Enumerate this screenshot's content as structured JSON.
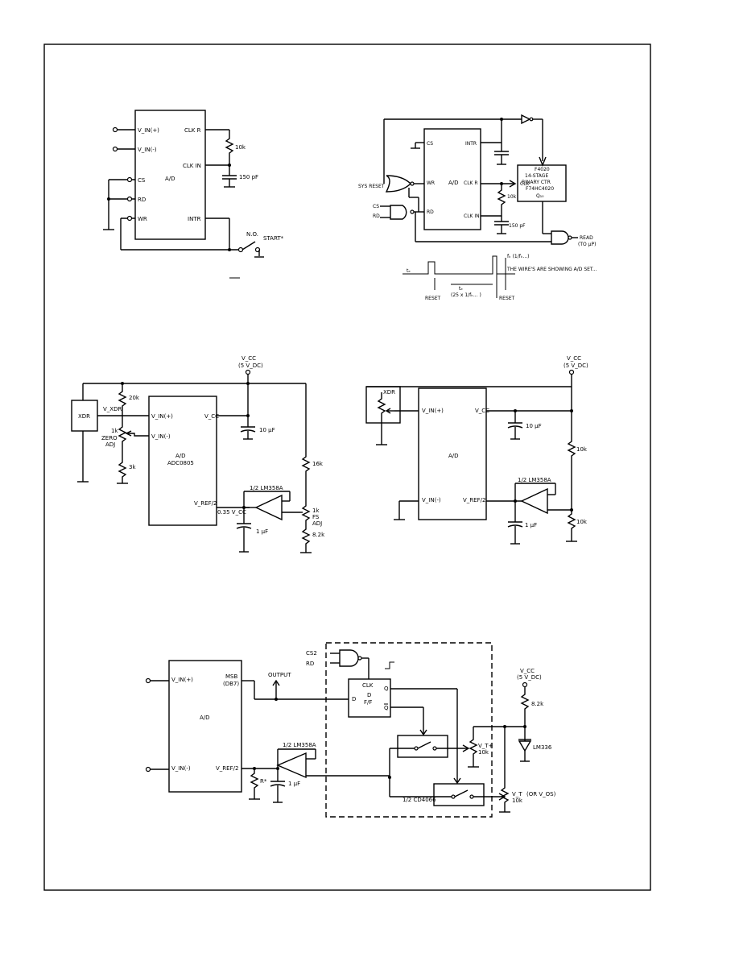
{
  "circuit1": {
    "pins": [
      "V_IN(+)",
      "V_IN(-)",
      "CS",
      "RD",
      "WR",
      "CLK R",
      "CLK IN",
      "INTR"
    ],
    "chip": "A/D",
    "r1": "10k",
    "c1": "150 pF",
    "switch_no": "N.O.",
    "switch_label": "START*"
  },
  "circuit2": {
    "gates_labels": [
      "SYS RESET",
      "CS",
      "RD"
    ],
    "chip": "A/D",
    "pins": [
      "CS",
      "WR",
      "RD",
      "INTR",
      "CLK R",
      "CLK IN"
    ],
    "r1": "10k",
    "c1": "150 pF",
    "counter_lines": [
      "F4020",
      "14-STAGE",
      "BINARY CTR",
      "F74HC4020"
    ],
    "counter_clk": "CLK",
    "counter_q": "Q₁₀",
    "read_label": "READ",
    "read_sub": "(TO µP)",
    "timing_t": "tₑ",
    "timing_note": "(25 x 1/fₖ... )",
    "timing_f": "fₖ (1/fₖ...)",
    "timing_note2": "THE WIRE'S ARE SHOWING A/D SET...",
    "timing_reset1": "RESET",
    "timing_reset2": "RESET"
  },
  "circuit3": {
    "vcc": "V_CC",
    "vcc_sub": "(5 V_DC)",
    "xdr": "XDR",
    "vxdr": "V_XDR",
    "r_top": "20k",
    "pot": "1k",
    "zero": "ZERO",
    "adj": "ADJ",
    "r_bot": "3k",
    "chip": "A/D",
    "chip_part": "ADC0805",
    "vin_plus": "V_IN(+)",
    "vin_minus": "V_IN(-)",
    "vcc_pin": "V_CC",
    "vref": "V_REF/2",
    "cap1": "10 µF",
    "opamp": "1/2 LM358A",
    "cap2": "1 µF",
    "vref_note": "0.35 V_CC",
    "r_16k": "16k",
    "pot2_lines": [
      "1k",
      "FS",
      "ADJ"
    ],
    "r_8k": "8.2k"
  },
  "circuit4": {
    "vcc": "V_CC",
    "vcc_sub": "(5 V_DC)",
    "xdr": "XDR",
    "chip": "A/D",
    "vin_plus": "V_IN(+)",
    "vin_minus": "V_IN(-)",
    "vcc_pin": "V_CC",
    "vref": "V_REF/2",
    "cap1": "10 µF",
    "opamp": "1/2 LM358A",
    "cap2": "1 µF",
    "r_top": "10k",
    "r_bot": "10k"
  },
  "circuit5": {
    "chip": "A/D",
    "vin_plus": "V_IN(+)",
    "vin_minus": "V_IN(-)",
    "msb": "MSB",
    "db7": "(DB7)",
    "vref": "V_REF/2",
    "output": "OUTPUT",
    "cs2": "CS2",
    "rd": "RD",
    "ff_clk": "CLK",
    "ff_d_label": "D",
    "ff_ff": "F/F",
    "ff_d_in": "D",
    "ff_q": "Q",
    "ff_qbar": "Q",
    "opamp": "1/2 LM358A",
    "r_star": "R*",
    "cap": "1 µF",
    "switch_ic": "1/2 CD4066",
    "vcc": "V_CC",
    "vcc_sub": "(5 V_DC)",
    "r_ref": "8.2k",
    "zener": "LM336",
    "vt_plus": "V_T+",
    "pot1": "10k",
    "vt": "V_T",
    "pot2": "10k",
    "vos": "(OR V_OS)"
  }
}
